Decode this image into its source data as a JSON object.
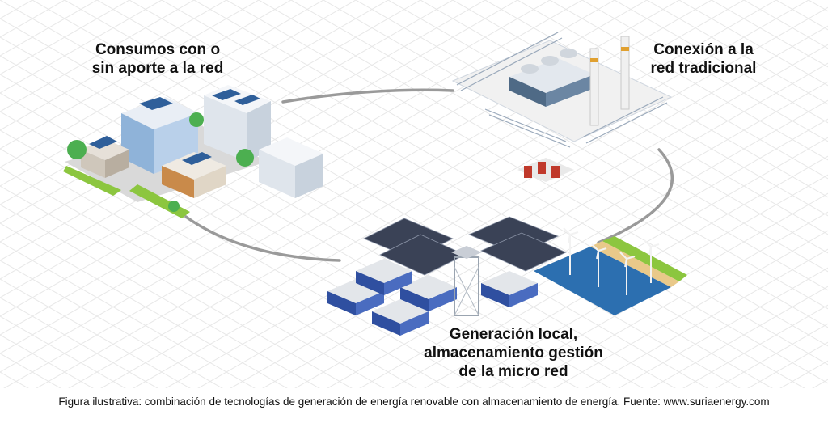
{
  "labels": {
    "consumos": [
      "Consumos con o",
      "sin aporte a la red"
    ],
    "conexion": [
      "Conexión a la",
      "red tradicional"
    ],
    "generacion": [
      "Generación local,",
      "almacenamiento gestión",
      "de la micro red"
    ]
  },
  "caption": "Figura ilustrativa: combinación de tecnologías de generación de energía renovable con almacenamiento de energía. Fuente: www.suriaenergy.com",
  "colors": {
    "connector": "#9a9a9a",
    "solar_panel": "#3a4256",
    "building_blue": "#8fb3d9",
    "grass": "#8cc63f",
    "water": "#2c6fb0",
    "tree": "#4caf50"
  }
}
